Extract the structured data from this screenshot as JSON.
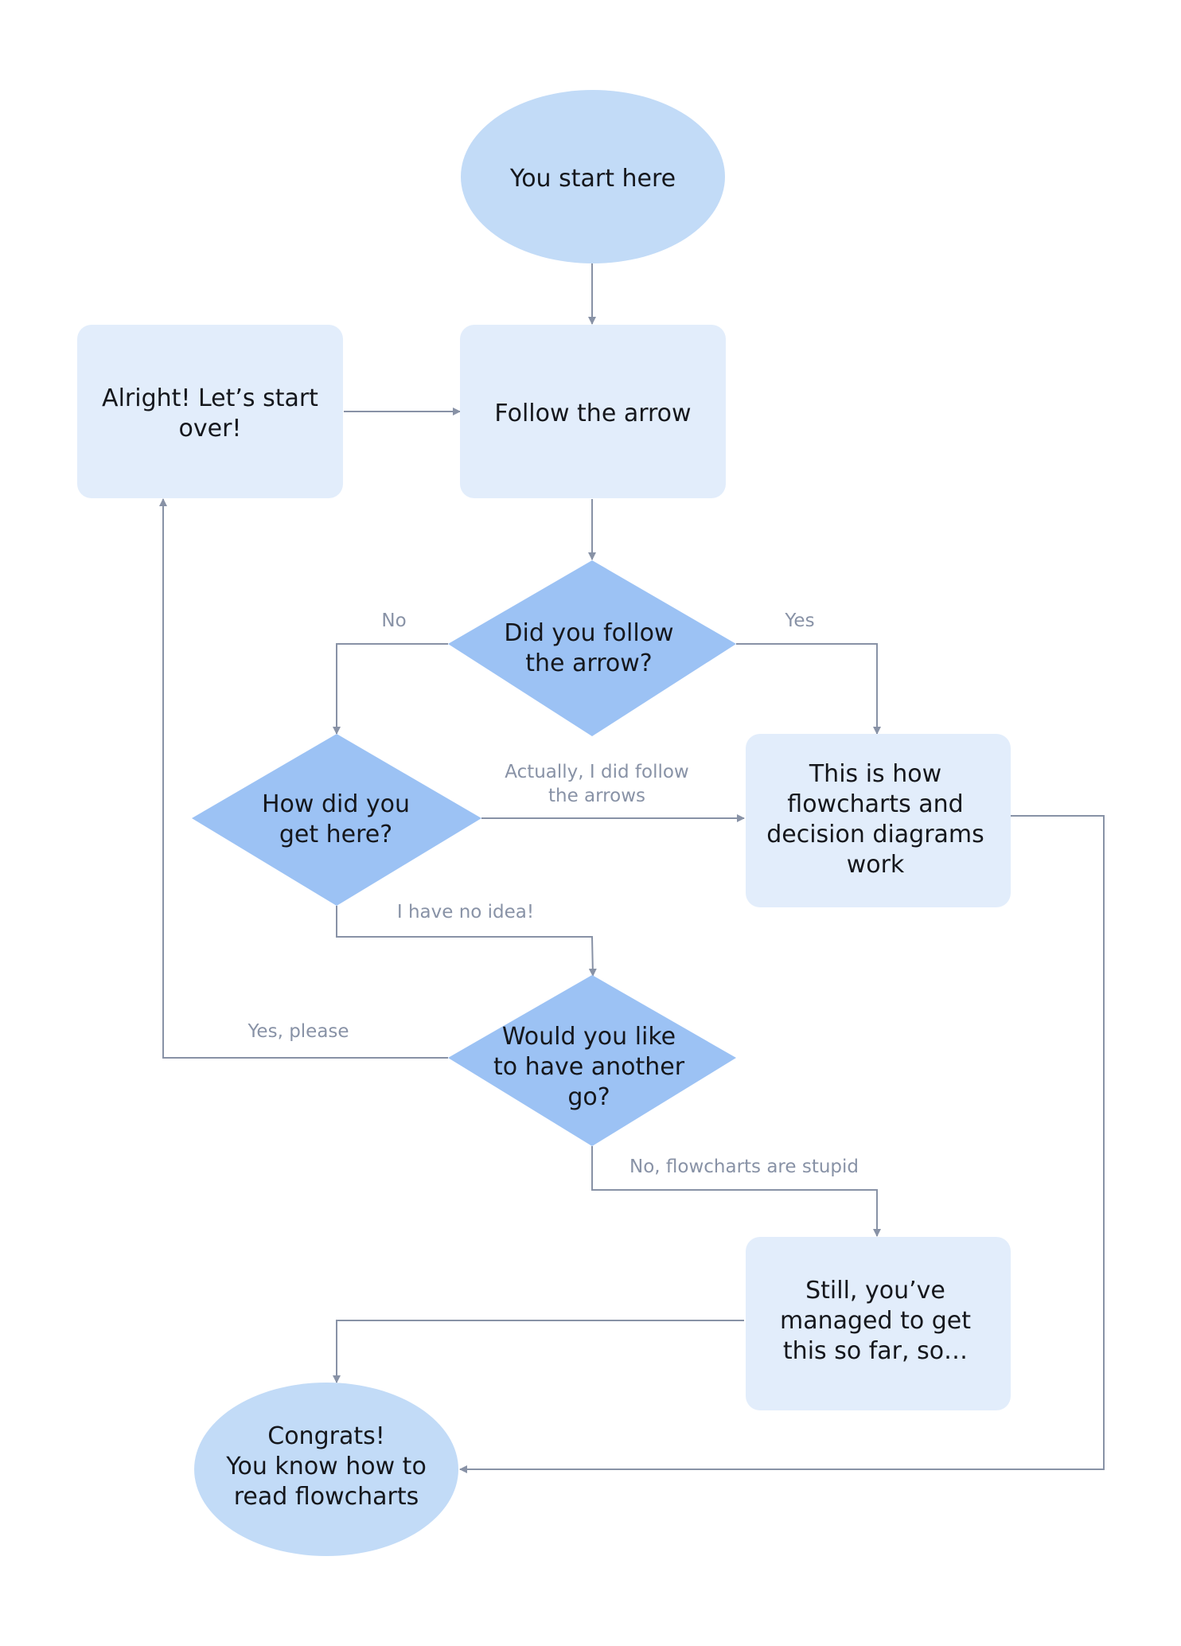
{
  "colors": {
    "terminal_fill": "#c2dbf7",
    "process_fill": "#e2edfb",
    "decision_fill": "#9cc2f4",
    "connector": "#8892a6",
    "node_text": "#15171c",
    "label_text": "#8892a6"
  },
  "nodes": {
    "start": "You start here",
    "follow": "Follow the arrow",
    "restart": "Alright! Let’s start\nover!",
    "did_follow": "Did you follow\nthe arrow?",
    "how_here": "How did you\nget here?",
    "this_is_how": "This is how\nflowcharts and\ndecision diagrams\nwork",
    "another_go": "Would you like\nto have another\ngo?",
    "still": "Still, you’ve\nmanaged to get\nthis so far, so…",
    "congrats": "Congrats!\nYou know how to\nread flowcharts"
  },
  "edge_labels": {
    "no": "No",
    "yes": "Yes",
    "actually": "Actually, I did follow\nthe arrows",
    "no_idea": "I have no idea!",
    "yes_please": "Yes, please",
    "stupid": "No, flowcharts are stupid"
  }
}
